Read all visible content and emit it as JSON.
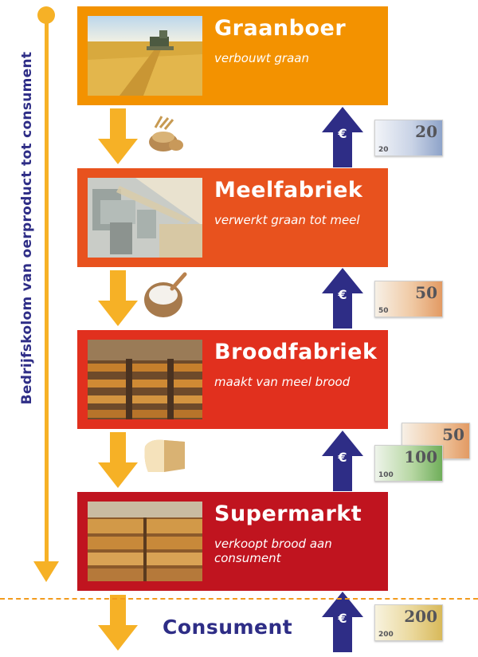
{
  "axis_label": "Bedrijfskolom van oerproduct tot consument",
  "stages": [
    {
      "name": "Graanboer",
      "desc": "verbouwt graan",
      "color": "#f39200"
    },
    {
      "name": "Meelfabriek",
      "desc": "verwerkt graan tot meel",
      "color": "#e8521e"
    },
    {
      "name": "Broodfabriek",
      "desc": "maakt van meel brood",
      "color": "#e1301e"
    },
    {
      "name": "Supermarkt",
      "desc": "verkoopt brood aan consument",
      "color": "#c0141f"
    }
  ],
  "consumer": "Consument",
  "euro_symbol": "€",
  "notes": [
    {
      "big": "20",
      "small": "20"
    },
    {
      "big": "50",
      "small": "50"
    },
    {
      "big": "100",
      "small": "100"
    },
    {
      "big": "200",
      "small": "200"
    }
  ],
  "colors": {
    "orange_arrow": "#f6b126",
    "navy": "#2e2d86",
    "dashed": "#f29b1d"
  }
}
